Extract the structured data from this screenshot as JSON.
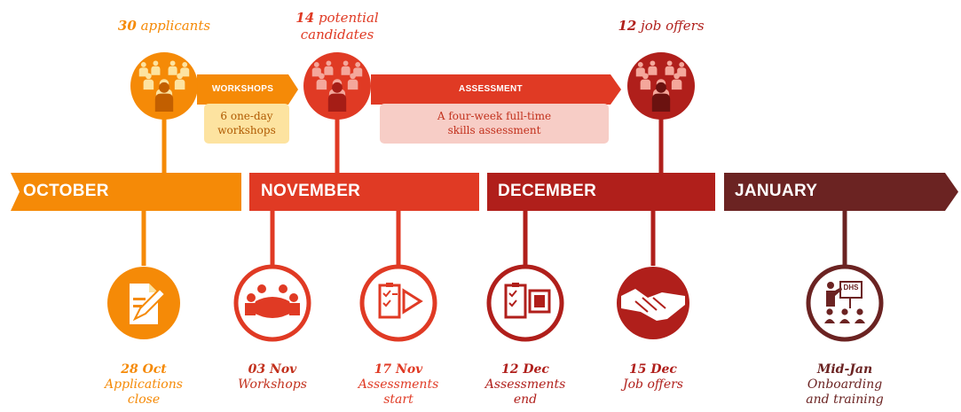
{
  "colors": {
    "orange": "#f58a07",
    "light_orange": "#fde3a0",
    "red": "#e03a24",
    "light_red": "#f7cdc6",
    "dark_red": "#b01f1b",
    "maroon": "#6b2322"
  },
  "top_stages": [
    {
      "count": "30",
      "text": "applicants"
    },
    {
      "count": "14",
      "text": "potential",
      "text2": "candidates"
    },
    {
      "count": "12",
      "text": "job offers"
    }
  ],
  "phases": [
    {
      "label": "WORKSHOPS",
      "desc1": "6 one-day",
      "desc2": "workshops"
    },
    {
      "label": "ASSESSMENT",
      "desc1": "A four-week full-time",
      "desc2": "skills assessment"
    }
  ],
  "months": [
    "OCTOBER",
    "NOVEMBER",
    "DECEMBER",
    "JANUARY"
  ],
  "milestones": [
    {
      "date": "28 Oct",
      "line1": "Applications",
      "line2": "close",
      "icon": "document-pen-icon"
    },
    {
      "date": "03 Nov",
      "line1": "Workshops",
      "line2": "",
      "icon": "meeting-table-icon"
    },
    {
      "date": "17 Nov",
      "line1": "Assessments",
      "line2": "start",
      "icon": "checklist-play-icon"
    },
    {
      "date": "12 Dec",
      "line1": "Assessments",
      "line2": "end",
      "icon": "checklist-stop-icon"
    },
    {
      "date": "15 Dec",
      "line1": "Job offers",
      "line2": "",
      "icon": "handshake-icon"
    },
    {
      "date": "Mid-Jan",
      "line1": "Onboarding",
      "line2": "and training",
      "icon": "presentation-icon"
    }
  ],
  "presentation_board_text": "DHS"
}
